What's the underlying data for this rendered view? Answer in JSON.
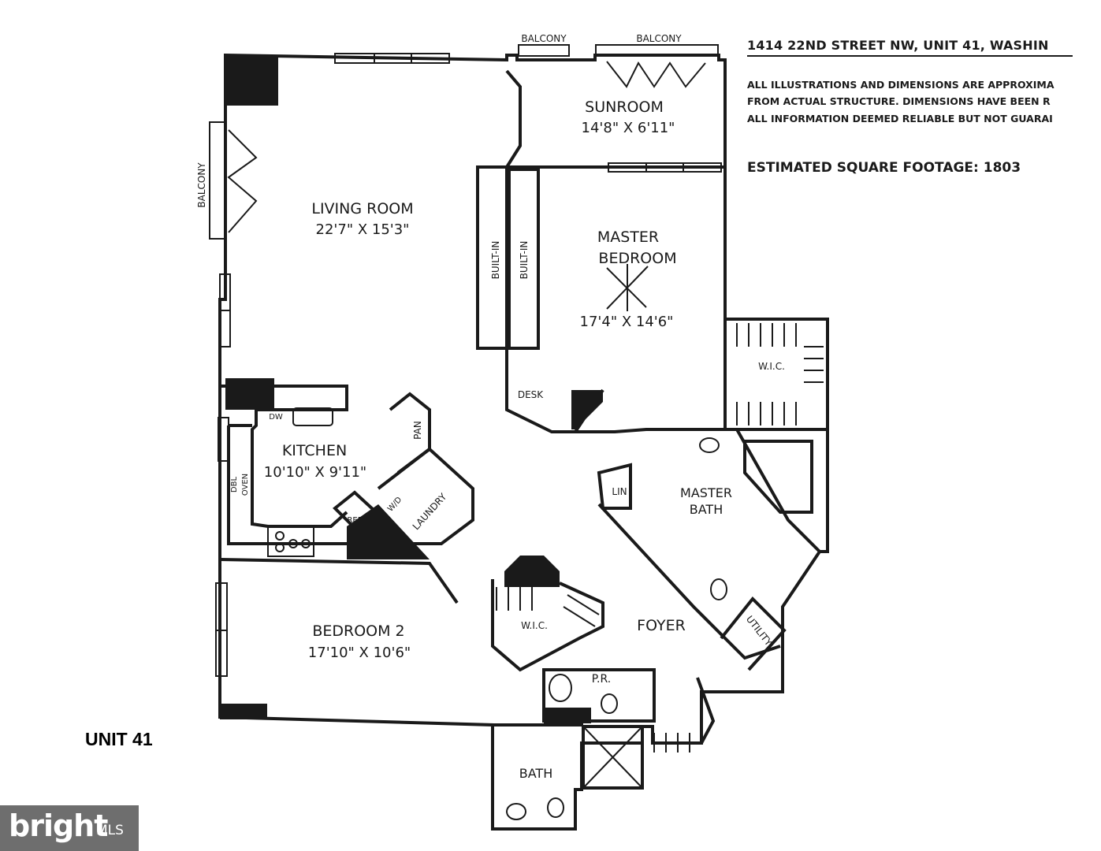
{
  "header": {
    "address": "1414 22ND STREET NW, UNIT 41, WASHIN",
    "disclaimer": [
      "ALL ILLUSTRATIONS AND DIMENSIONS ARE APPROXIMA",
      "FROM ACTUAL STRUCTURE. DIMENSIONS HAVE BEEN R",
      "ALL INFORMATION DEEMED RELIABLE BUT NOT GUARAI"
    ],
    "square_footage": "ESTIMATED SQUARE FOOTAGE: 1803"
  },
  "unit_label": "UNIT 41",
  "rooms": {
    "living_room": {
      "name": "LIVING ROOM",
      "size": "22'7\" X 15'3\""
    },
    "sunroom": {
      "name": "SUNROOM",
      "size": "14'8\" X 6'11\""
    },
    "master_bedroom": {
      "name_line1": "MASTER",
      "name_line2": "BEDROOM",
      "size": "17'4\" X 14'6\""
    },
    "kitchen": {
      "name": "KITCHEN",
      "size": "10'10\" X 9'11\""
    },
    "bedroom_2": {
      "name": "BEDROOM 2",
      "size": "17'10\" X 10'6\""
    },
    "master_bath": {
      "name_line1": "MASTER",
      "name_line2": "BATH"
    },
    "foyer": {
      "name": "FOYER"
    },
    "bath": {
      "name": "BATH"
    },
    "powder_room": {
      "name": "P.R."
    }
  },
  "small_labels": {
    "balcony_top_left": "BALCONY",
    "balcony_top_right": "BALCONY",
    "balcony_side": "BALCONY",
    "built_in_1": "BUILT-IN",
    "built_in_2": "BUILT-IN",
    "desk": "DESK",
    "wic_master": "W.I.C.",
    "wic_bedroom2": "W.I.C.",
    "linen": "LIN",
    "utility": "UTILITY",
    "laundry": "LAUNDRY",
    "washer_dryer": "W/D",
    "pantry": "PAN",
    "refrigerator": "REF",
    "dishwasher": "DW",
    "double_oven_line1": "DBL",
    "double_oven_line2": "OVEN"
  },
  "logo": {
    "word": "bright",
    "suffix": "MLS"
  }
}
